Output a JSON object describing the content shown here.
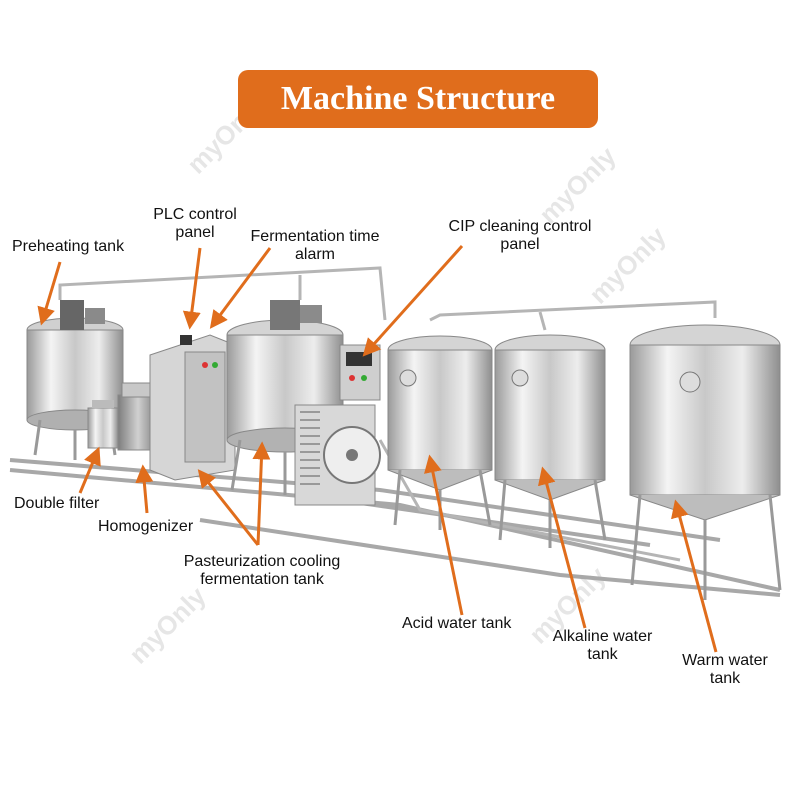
{
  "title": "Machine Structure",
  "watermark": "myOnly",
  "colors": {
    "accent": "#e06d1c",
    "arrow": "#e06d1c",
    "steel": "#d9d9d9"
  },
  "labels": {
    "preheating_tank": "Preheating tank",
    "plc_panel": "PLC control\npanel",
    "fermentation_alarm": "Fermentation time\nalarm",
    "cip_panel": "CIP cleaning control\npanel",
    "double_filter": "Double filter",
    "homogenizer": "Homogenizer",
    "pasteurization_tank": "Pasteurization cooling\nfermentation tank",
    "acid_tank": "Acid water tank",
    "alkaline_tank": "Alkaline water\ntank",
    "warm_tank": "Warm water\ntank"
  }
}
